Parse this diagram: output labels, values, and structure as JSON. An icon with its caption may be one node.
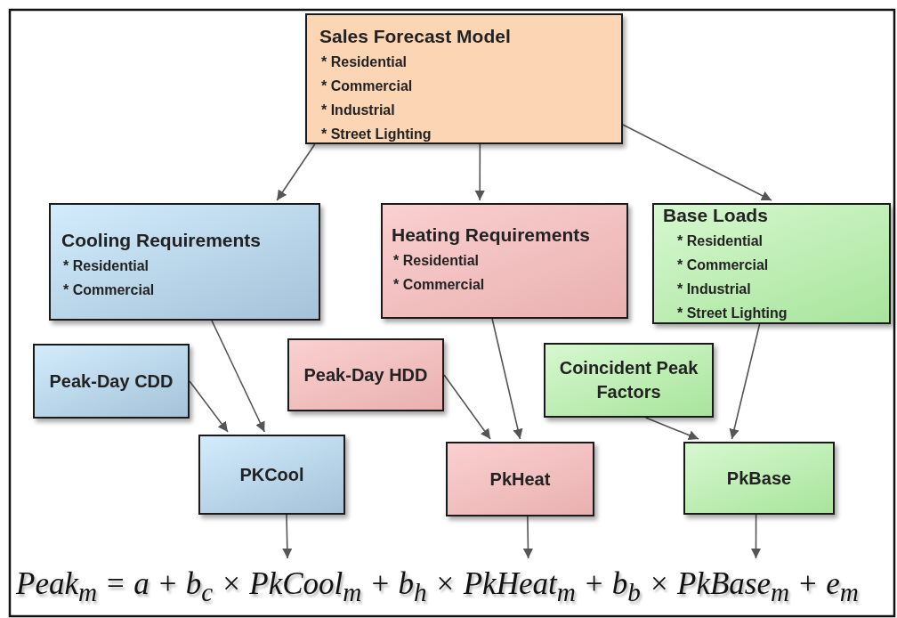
{
  "diagram": {
    "nodes": [
      {
        "text": [
          "Sales Forecast Model",
          "* Residential",
          "* Commercial",
          "* Industrial",
          "* Street Lighting"
        ]
      },
      {
        "text": [
          "Cooling Requirements",
          "*  Residential",
          "*  Commercial"
        ]
      },
      {
        "text": [
          "Heating Requirements",
          "* Residential",
          "* Commercial"
        ]
      },
      {
        "text": [
          "Base Loads",
          "* Residential",
          "* Commercial",
          "* Industrial",
          "* Street Lighting"
        ]
      },
      {
        "text": [
          "Peak-Day CDD"
        ]
      },
      {
        "text": [
          "Peak-Day HDD"
        ]
      },
      {
        "text": [
          "Coincident Peak Factors"
        ]
      },
      {
        "text": [
          "PKCool"
        ]
      },
      {
        "text": [
          "PkHeat"
        ]
      },
      {
        "text": [
          "PkBase"
        ]
      },
      {
        "text": [
          "Peak$_{m}$ = a + b$_{c}$ × PkCool$_{m}$ + b$_{h}$ × PkHeat$_{m}$ + b$_{b}$ × PkBase$_{m}$ + e$_{m}$"
        ]
      }
    ],
    "edges": [
      {
        "from": 0,
        "to": 1,
        "arrow": "to"
      },
      {
        "from": 0,
        "to": 2,
        "arrow": "to"
      },
      {
        "from": 0,
        "to": 3,
        "arrow": "to"
      },
      {
        "from": 1,
        "to": 7,
        "arrow": "to"
      },
      {
        "from": 4,
        "to": 7,
        "arrow": "to"
      },
      {
        "from": 2,
        "to": 8,
        "arrow": "to"
      },
      {
        "from": 5,
        "to": 8,
        "arrow": "to"
      },
      {
        "from": 3,
        "to": 9,
        "arrow": "to"
      },
      {
        "from": 6,
        "to": 9,
        "arrow": "to"
      },
      {
        "from": 7,
        "to": 10,
        "arrow": "to"
      },
      {
        "from": 8,
        "to": 10,
        "arrow": "to"
      },
      {
        "from": 9,
        "to": 10,
        "arrow": "to"
      }
    ]
  }
}
